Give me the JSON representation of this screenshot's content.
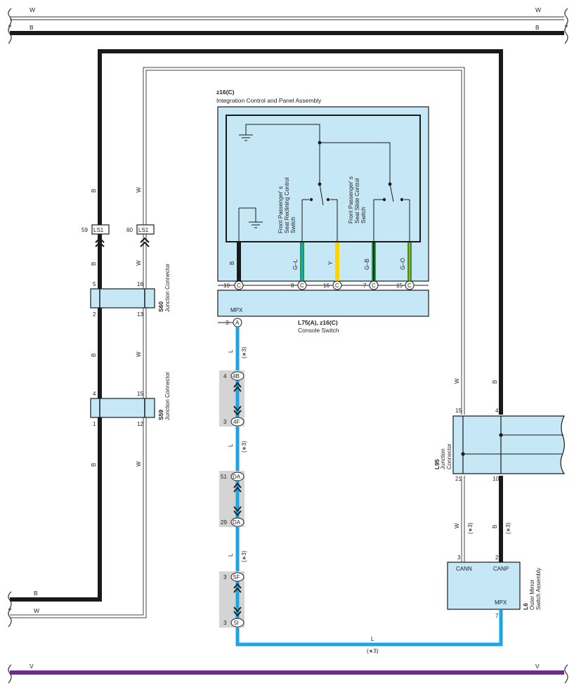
{
  "colors": {
    "black_wire": "#1a1a1a",
    "white_wire": "#ffffff",
    "blue_wire": "#1aa6e6",
    "violet_wire": "#6a2e8c",
    "yellow_wire": "#ffd400",
    "green_stripe": "#1f9d3a",
    "orange_stripe": "#e08a1e",
    "component_fill": "#c6e7f6",
    "connector_shade": "#d4d4d4"
  },
  "buses": {
    "w_top": "W",
    "b_top": "B",
    "b_left": "B",
    "w_left": "W",
    "v_bottom": "V"
  },
  "ls1": {
    "left_pin": "59",
    "left_label": "LS1",
    "right_pin": "60",
    "right_label": "LS1"
  },
  "s60": {
    "id": "S60",
    "name": "Junction Connector",
    "pins": [
      "5",
      "16",
      "2",
      "13"
    ]
  },
  "s59": {
    "id": "S59",
    "name": "Junction Connector",
    "pins": [
      "4",
      "15",
      "1",
      "12"
    ]
  },
  "left_wire_labels": {
    "b": "B",
    "w": "W"
  },
  "z16": {
    "id": "z16(C)",
    "name": "Integration Control and Panel Assembly",
    "recline_switch": [
      "Front Passenger' s",
      "Seat Reclining Control",
      "Switch"
    ],
    "slide_switch": [
      "Front Passenger' s",
      "Seat Slide Control",
      "Switch"
    ],
    "wire_colors": [
      "B",
      "G–L",
      "Y",
      "G–B",
      "G–O"
    ],
    "pins": [
      "10",
      "8",
      "16",
      "7",
      "15"
    ],
    "pin_tag": "C"
  },
  "console": {
    "id": "L75(A), z16(C)",
    "name": "Console Switch",
    "mpx": "MPX",
    "pin": "3",
    "pin_tag": "A"
  },
  "inline_connectors": [
    {
      "pin_top": "4",
      "label_top": "4B",
      "pin_bottom": "3",
      "label_bottom": "4F"
    },
    {
      "pin_top": "51",
      "label_top": "DA",
      "pin_bottom": "29",
      "label_bottom": "DA"
    },
    {
      "pin_top": "3",
      "label_top": "5F",
      "pin_bottom": "3",
      "label_bottom": "5I"
    }
  ],
  "blue_wire": {
    "color": "L",
    "note": "(∗3)"
  },
  "l95": {
    "id": "L95",
    "name": [
      "Junction",
      "Connector"
    ],
    "pins": [
      "15",
      "4",
      "21",
      "10"
    ],
    "upper_w": "W",
    "upper_b": "B",
    "lower_w": "W",
    "lower_b": "B",
    "note": "(∗3)"
  },
  "l6": {
    "id": "L6",
    "name": [
      "Outer Mirror",
      "Switch Assembly"
    ],
    "cann": "CANN",
    "canp": "CANP",
    "mpx": "MPX",
    "pins": [
      "3",
      "2",
      "7"
    ]
  }
}
